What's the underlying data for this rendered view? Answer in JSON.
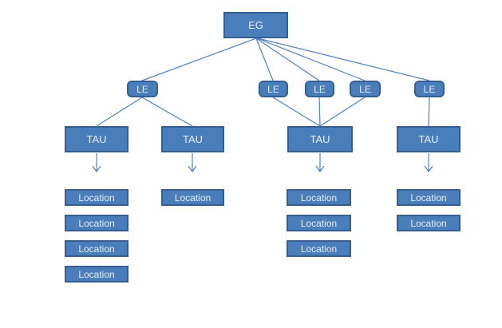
{
  "diagram": {
    "root_label": "EG",
    "le_labels": [
      "LE",
      "LE",
      "LE",
      "LE",
      "LE"
    ],
    "tau_labels": [
      "TAU",
      "TAU",
      "TAU",
      "TAU"
    ],
    "location_columns": [
      [
        "Location",
        "Location",
        "Location",
        "Location"
      ],
      [
        "Location"
      ],
      [
        "Location",
        "Location",
        "Location"
      ],
      [
        "Location",
        "Location"
      ]
    ]
  },
  "colors": {
    "node-fill": "#4a7ebb",
    "node-border": "#365f91",
    "connector": "#5081bd",
    "node-text": "#e6eef8",
    "background": "#ffffff"
  }
}
